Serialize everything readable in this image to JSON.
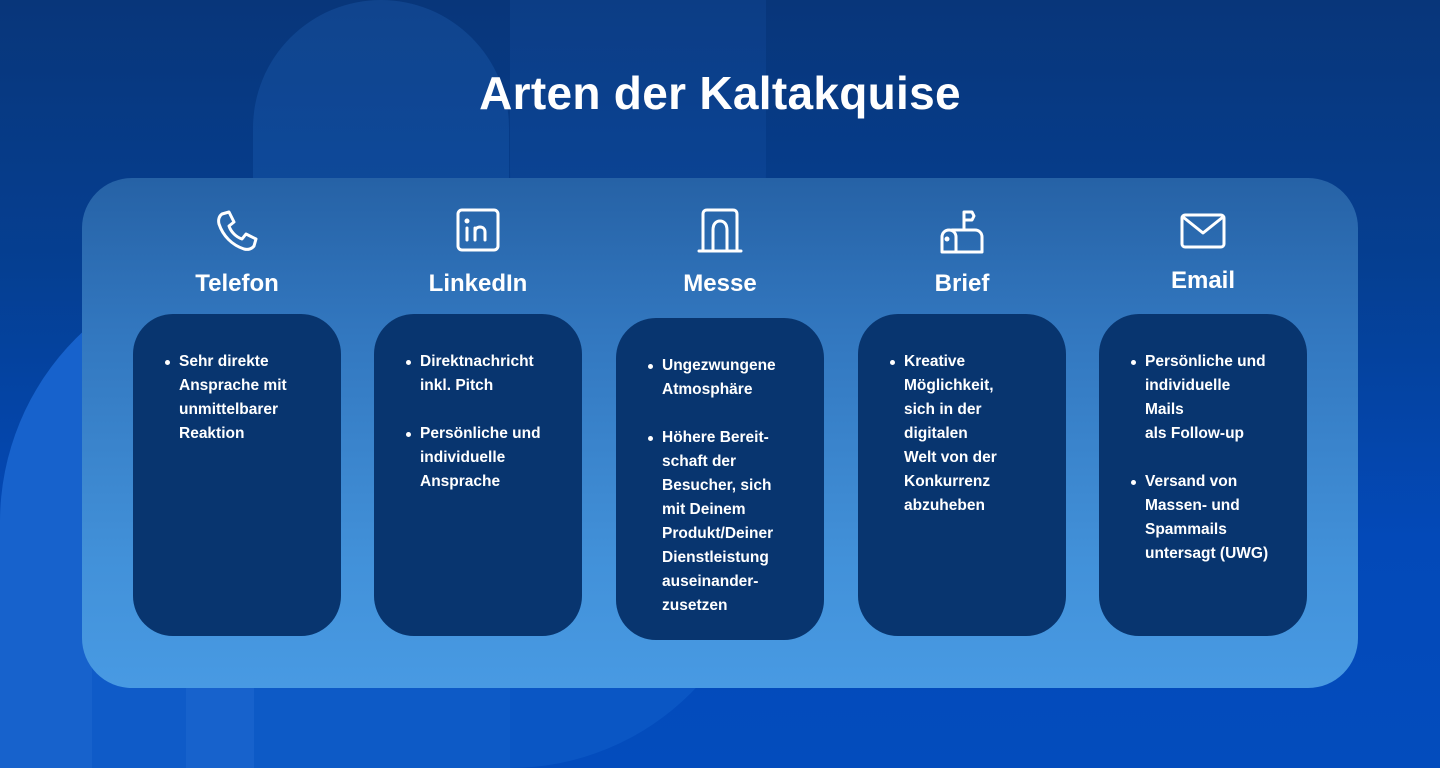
{
  "title": "Arten der Kaltakquise",
  "colors": {
    "background_top": "#08367a",
    "background_bottom": "#034cbd",
    "panel_top": "#2662a6",
    "panel_bottom": "#489ae3",
    "card": "#08356f",
    "text": "#ffffff"
  },
  "columns": [
    {
      "icon": "phone-icon",
      "label": "Telefon",
      "items": [
        "Sehr direkte\nAnsprache mit\nunmittelbarer\nReaktion"
      ]
    },
    {
      "icon": "linkedin-icon",
      "label": "LinkedIn",
      "items": [
        "Direktnachricht\ninkl. Pitch",
        "Persönliche und\nindividuelle\nAnsprache"
      ]
    },
    {
      "icon": "archway-icon",
      "label": "Messe",
      "items": [
        "Ungezwungene\nAtmosphäre",
        "Höhere Bereit-\nschaft der\nBesucher, sich\nmit Deinem\nProdukt/Deiner\nDienstleistung\nauseinander-\nzusetzen"
      ]
    },
    {
      "icon": "mailbox-icon",
      "label": "Brief",
      "items": [
        "Kreative\nMöglichkeit,\nsich in der\ndigitalen\nWelt von der\nKonkurrenz\nabzuheben"
      ]
    },
    {
      "icon": "envelope-icon",
      "label": "Email",
      "items": [
        "Persönliche und\nindividuelle\nMails\nals Follow-up",
        "Versand von\nMassen- und\nSpammails\nuntersagt (UWG)"
      ]
    }
  ]
}
